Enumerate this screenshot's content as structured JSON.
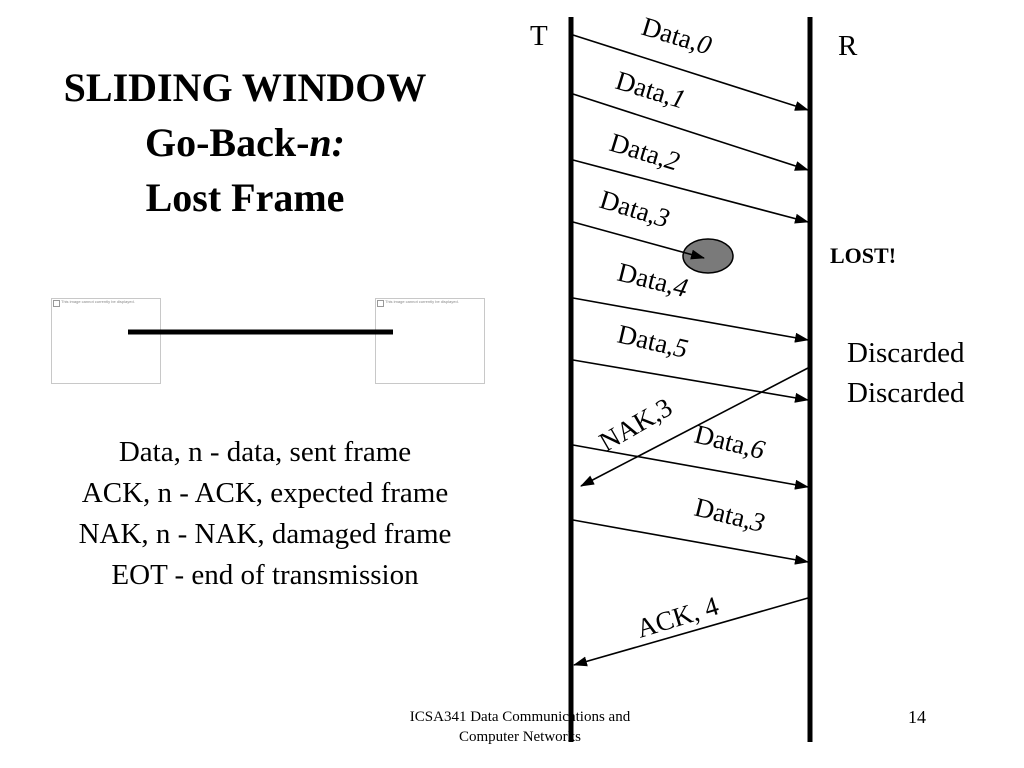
{
  "title": {
    "line1": "SLIDING WINDOW",
    "line2_prefix": "Go-Back-",
    "line2_italic": "n:",
    "line3": "Lost Frame"
  },
  "legend": [
    "Data, n - data, sent frame",
    "ACK, n - ACK, expected frame",
    "NAK, n - NAK, damaged frame",
    "EOT - end of transmission"
  ],
  "placeholders": [
    {
      "text": "This image cannot currently be displayed."
    },
    {
      "text": "This image cannot currently be displayed."
    }
  ],
  "diagram": {
    "transmitter_label": "T",
    "receiver_label": "R",
    "frames": [
      {
        "prefix": "Data,",
        "num": "0",
        "direction": "to-receiver"
      },
      {
        "prefix": "Data,",
        "num": "1",
        "direction": "to-receiver"
      },
      {
        "prefix": "Data,",
        "num": "2",
        "direction": "to-receiver"
      },
      {
        "prefix": "Data,",
        "num": "3",
        "direction": "to-receiver",
        "lost": true
      },
      {
        "prefix": "Data,",
        "num": "4",
        "direction": "to-receiver"
      },
      {
        "prefix": "Data,",
        "num": "5",
        "direction": "to-receiver"
      },
      {
        "prefix": "NAK,",
        "num": "3",
        "direction": "to-transmitter"
      },
      {
        "prefix": "Data,",
        "num": "6",
        "direction": "to-receiver"
      },
      {
        "prefix": "Data,",
        "num": "3",
        "direction": "to-receiver"
      },
      {
        "prefix": "ACK, ",
        "num": "4",
        "direction": "to-transmitter"
      }
    ],
    "lost_label": "LOST!",
    "discarded_labels": [
      "Discarded",
      "Discarded"
    ]
  },
  "footer": {
    "course_line1": "ICSA341 Data Communications and",
    "course_line2": "Computer Networks",
    "page_number": "14"
  }
}
